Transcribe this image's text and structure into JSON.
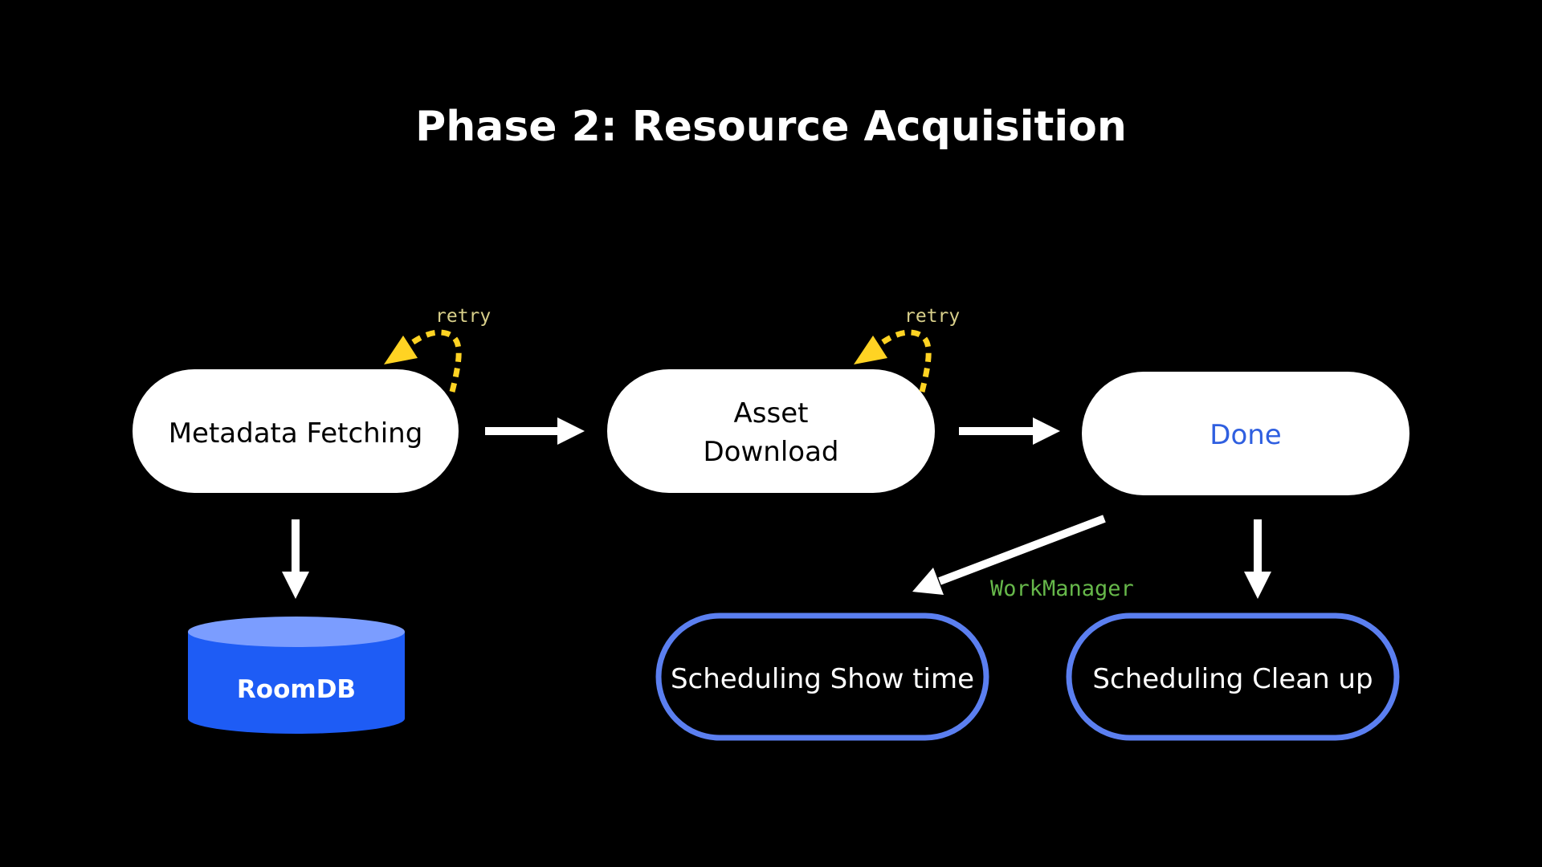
{
  "title": "Phase 2: Resource Acquisition",
  "nodes": {
    "metadata": {
      "label": "Metadata Fetching"
    },
    "asset": {
      "label_line1": "Asset",
      "label_line2": "Download"
    },
    "done": {
      "label": "Done"
    },
    "showtime": {
      "label": "Scheduling Show time"
    },
    "cleanup": {
      "label": "Scheduling Clean up"
    },
    "roomdb": {
      "label": "RoomDB"
    }
  },
  "edge_labels": {
    "retry_metadata": "retry",
    "retry_asset": "retry",
    "workmanager": "WorkManager"
  },
  "colors": {
    "background": "#000000",
    "node_fill": "#ffffff",
    "node_text": "#000000",
    "done_text": "#2f5fe0",
    "outline_blue": "#5b7ff0",
    "db_body": "#1e5cf5",
    "db_top": "#7b9dff",
    "retry_arrow": "#ffd323",
    "retry_label": "#d8cf8a",
    "workmanager_label": "#66b84a",
    "arrow": "#ffffff"
  }
}
